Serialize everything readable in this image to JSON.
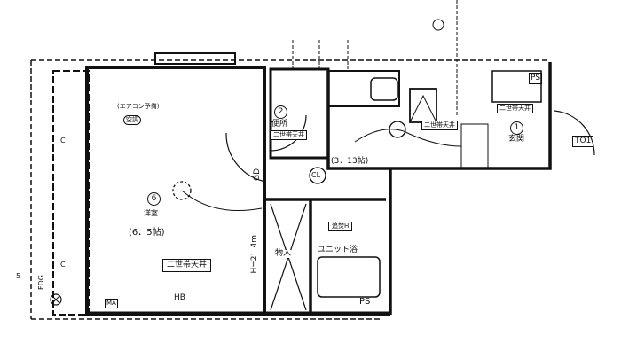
{
  "rooms": {
    "western": {
      "number": "6",
      "name": "洋室",
      "size": "(6．5帖)",
      "ceiling": "二世帯天井"
    },
    "toilet": {
      "number": "2",
      "name": "便所",
      "ceiling": "二世帯天井"
    },
    "kitchen": {
      "size": "(3．13帖)",
      "ceiling": "二世帯天井"
    },
    "entrance": {
      "number": "1",
      "name": "玄関",
      "ceiling": "二世帯天井"
    },
    "storage": {
      "name": "物入",
      "height": "H=2．4m"
    },
    "bath": {
      "name": "ユニット浴",
      "heater": "追焚H"
    }
  },
  "labels": {
    "aircon": "(エアコン予備)",
    "aircon_tag": "空調",
    "gd": "GD",
    "cl": "CL",
    "hb": "HB",
    "ma": "MA",
    "ps_top": "PS",
    "ps_bottom": "PS",
    "to1": "TO1",
    "fdg": "FDG",
    "side_c1": "C",
    "side_c2": "C",
    "side_5": "5"
  }
}
